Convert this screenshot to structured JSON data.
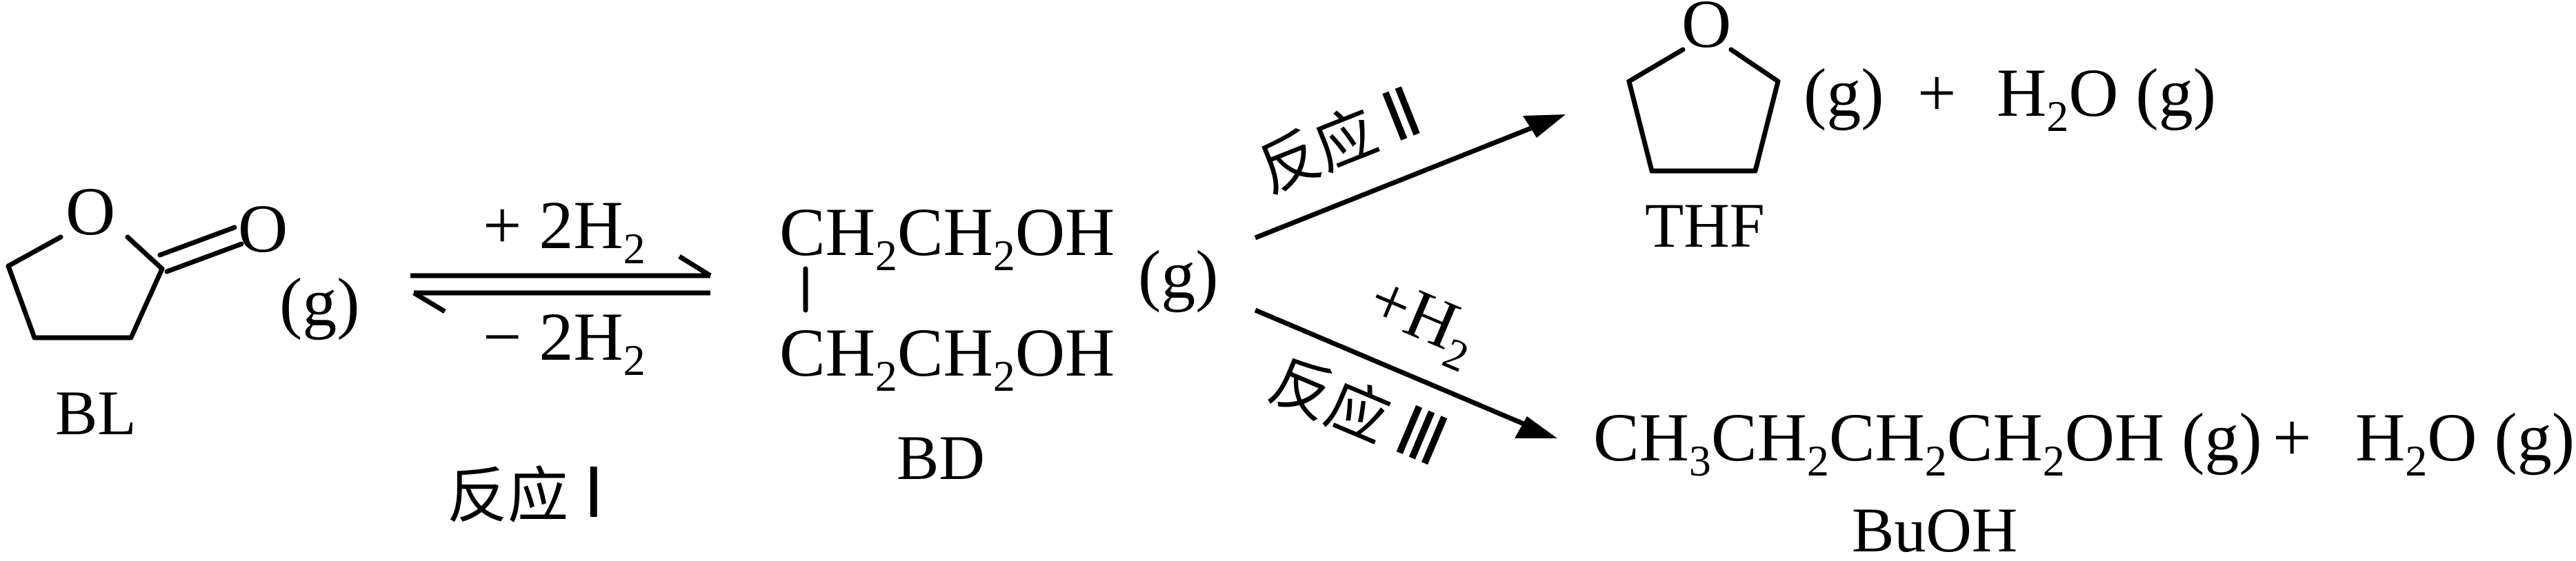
{
  "reactant": {
    "atom_o_ring": "O",
    "atom_o_carbonyl": "O",
    "state": "(g)",
    "label": "BL"
  },
  "step1": {
    "top_prefix": "+ 2H",
    "top_sub": "2",
    "bottom_prefix": "− 2H",
    "bottom_sub": "2",
    "name_prefix": "反应",
    "name_numeral": "Ⅰ"
  },
  "bd": {
    "row1": [
      {
        "t": "CH"
      },
      {
        "s": "2"
      },
      {
        "t": "CH"
      },
      {
        "s": "2"
      },
      {
        "t": "OH"
      }
    ],
    "row2": [
      {
        "t": "CH"
      },
      {
        "s": "2"
      },
      {
        "t": "CH"
      },
      {
        "s": "2"
      },
      {
        "t": "OH"
      }
    ],
    "state": "(g)",
    "label": "BD"
  },
  "step2": {
    "name_prefix": "反应",
    "name_numeral": "Ⅱ"
  },
  "thf": {
    "atom_o": "O",
    "state": "(g)",
    "plus": "+",
    "water": [
      {
        "t": "H"
      },
      {
        "s": "2"
      },
      {
        "t": "O (g)"
      }
    ],
    "label": "THF"
  },
  "step3": {
    "reagent_prefix": "+H",
    "reagent_sub": "2",
    "name_prefix": "反应",
    "name_numeral": "Ⅲ"
  },
  "buoh": {
    "formula": [
      {
        "t": "CH"
      },
      {
        "s": "3"
      },
      {
        "t": "CH"
      },
      {
        "s": "2"
      },
      {
        "t": "CH"
      },
      {
        "s": "2"
      },
      {
        "t": "CH"
      },
      {
        "s": "2"
      },
      {
        "t": "OH (g)"
      }
    ],
    "plus": "+",
    "water": [
      {
        "t": "H"
      },
      {
        "s": "2"
      },
      {
        "t": "O (g)"
      }
    ],
    "label": "BuOH"
  }
}
